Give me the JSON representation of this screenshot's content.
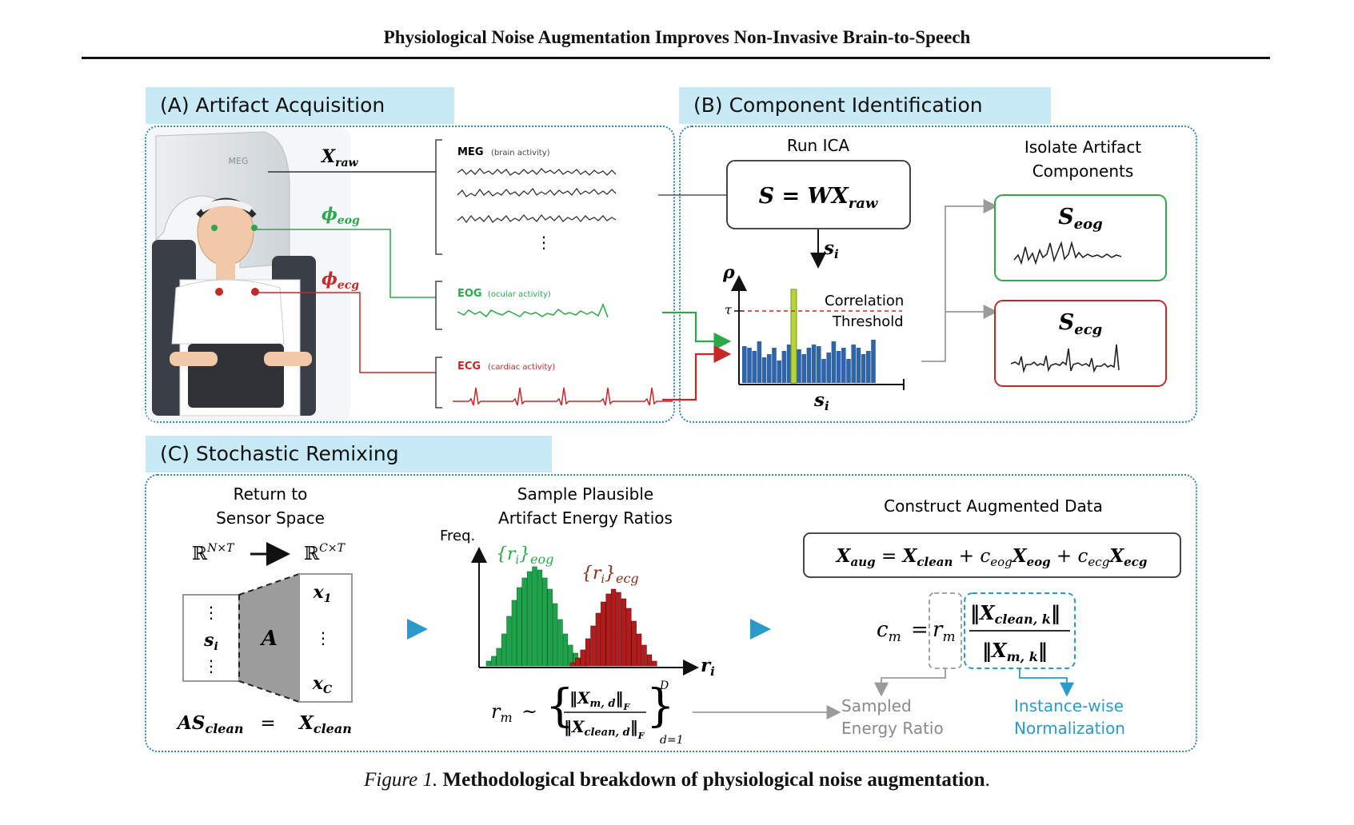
{
  "header": {
    "title": "Physiological Noise Augmentation Improves Non-Invasive Brain-to-Speech"
  },
  "panels": {
    "a": {
      "title": "(A) Artifact Acquisition"
    },
    "b": {
      "title": "(B) Component Identification"
    },
    "c": {
      "title": "(C) Stochastic Remixing"
    }
  },
  "panel_a": {
    "scanner_label": "MEG",
    "x_raw": "X",
    "x_raw_sub": "raw",
    "phi": "ϕ",
    "phi_eog_sub": "eog",
    "phi_ecg_sub": "ecg",
    "meg_label": "MEG",
    "meg_desc": "(brain activity)",
    "eog_label": "EOG",
    "eog_desc": "(ocular activity)",
    "ecg_label": "ECG",
    "ecg_desc": "(cardiac activity)",
    "dots": "⋮"
  },
  "panel_b": {
    "run_ica": "Run ICA",
    "ica_eq_s": "S = WX",
    "ica_eq_sub": "raw",
    "si": "s",
    "si_sub": "i",
    "rho": "ρ",
    "tau": "τ",
    "corr_line1": "Correlation",
    "corr_line2": "Threshold",
    "isolate_line1": "Isolate Artifact",
    "isolate_line2": "Components",
    "s": "S",
    "s_eog_sub": "eog",
    "s_ecg_sub": "ecg",
    "eog_color": "#2aa84a",
    "ecg_color": "#c62828",
    "bar_color": "#2f64a8",
    "highlight_color": "#b6d33a"
  },
  "panel_c": {
    "return_line1": "Return to",
    "return_line2": "Sensor Space",
    "rnt": "ℝ",
    "rnt_sup": "N×T",
    "rct": "ℝ",
    "rct_sup": "C×T",
    "dots": "⋮",
    "si": "s",
    "si_sub": "i",
    "a": "A",
    "x1": "x",
    "x1_sub": "1",
    "xc": "x",
    "xc_sub": "C",
    "as_clean": "AS",
    "as_clean_sub": "clean",
    "equals": "=",
    "x_clean": "X",
    "x_clean_sub": "clean",
    "sample_line1": "Sample Plausible",
    "sample_line2": "Artifact Energy Ratios",
    "freq": "Freq.",
    "ri_eog": "{r",
    "ri_eog_i": "i",
    "ri_eog_close": "}",
    "ri_eog_sub": "eog",
    "ri_ecg": "{r",
    "ri_ecg_i": "i",
    "ri_ecg_close": "}",
    "ri_ecg_sub": "ecg",
    "ri_axis": "r",
    "ri_axis_sub": "i",
    "rm_formula": "r",
    "rm_sub": "m",
    "tilde": "~",
    "frac_num": "‖X",
    "frac_num_sub": "m, d",
    "frac_num_close": "‖",
    "frac_num_f": "F",
    "frac_den": "‖X",
    "frac_den_sub": "clean, d",
    "frac_den_close": "‖",
    "frac_den_f": "F",
    "sup_d": "D",
    "sub_d1": "d=1",
    "construct": "Construct Augmented Data",
    "xaug": "X",
    "xaug_sub": "aug",
    "eq_rest_1": " = ",
    "eq_xclean": "X",
    "eq_xclean_sub": "clean",
    "eq_plus1": " + ",
    "eq_c": "c",
    "eq_c_eog_sub": "eog",
    "eq_xeog": "X",
    "eq_xeog_sub": "eog",
    "eq_plus2": " + ",
    "eq_c2": "c",
    "eq_c_ecg_sub": "ecg",
    "eq_xecg": "X",
    "eq_xecg_sub": "ecg",
    "cm": "c",
    "cm_sub": "m",
    "cm_eq": "=",
    "rm": "r",
    "rm2_sub": "m",
    "norm_num": "‖X",
    "norm_num_sub": "clean, k",
    "norm_num_close": "‖",
    "norm_den": "‖X",
    "norm_den_sub": "m, k",
    "norm_den_close": "‖",
    "sampled_line1": "Sampled",
    "sampled_line2": "Energy Ratio",
    "instance_line1": "Instance-wise",
    "instance_line2": "Normalization",
    "accent_color": "#2a9bc9"
  },
  "caption": {
    "label": "Figure 1.",
    "text": "Methodological breakdown of physiological noise augmentation",
    "end": "."
  }
}
